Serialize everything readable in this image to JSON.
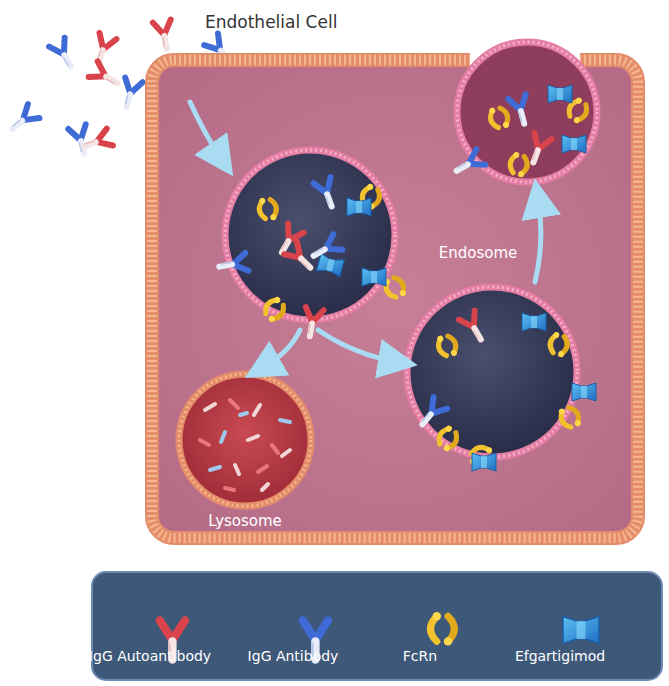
{
  "diagram": {
    "nodes": [
      {
        "text": [
          "Endothelial Cell"
        ]
      },
      {
        "text": [
          "Lysosome"
        ],
        "in": 0
      }
    ],
    "labels": [
      "Endosome"
    ],
    "legend": [
      {
        "text": "IgG Autoantibody"
      },
      {
        "text": "IgG Antibody"
      },
      {
        "text": "FcRn"
      },
      {
        "text": "Efgartigimod"
      }
    ]
  }
}
